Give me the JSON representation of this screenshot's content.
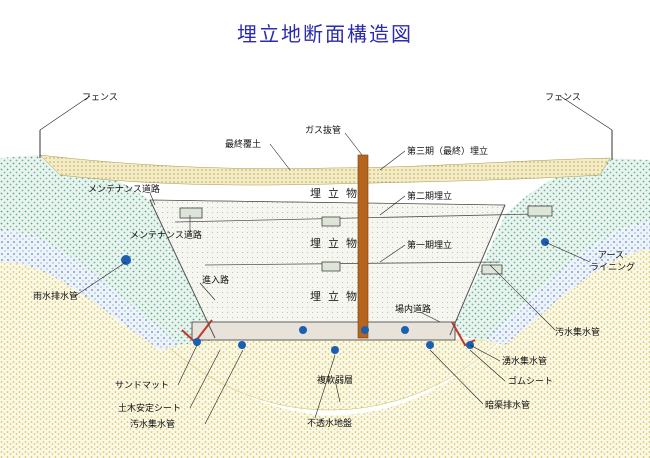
{
  "title": "埋立地断面構造図",
  "labels": {
    "fence_left": "フェンス",
    "fence_right": "フェンス",
    "final_cover": "最終覆土",
    "gas_pipe": "ガス抜管",
    "phase3": "第三期（最終）埋立",
    "phase2": "第二期埋立",
    "phase1": "第一期埋立",
    "maintenance_road_1": "メンテナンス道路",
    "maintenance_road_2": "メンテナンス道路",
    "access_road": "進入路",
    "inner_road": "場内道路",
    "earth_lining": "アース\nライニング",
    "rain_drain": "雨水排水管",
    "leachate_pipe_right": "汚水集水管",
    "spring_pipe": "湧水集水管",
    "rubber_sheet": "ゴムシート",
    "culvert_pipe": "暗渠排水管",
    "sand_mat": "サンドマット",
    "geotextile": "土木安定シート",
    "leachate_pipe_bottom": "汚水集水管",
    "soft_layer": "複軟弱層",
    "impermeable": "不透水地盤"
  },
  "fill_words": {
    "row1": [
      "埋",
      "立",
      "物"
    ],
    "row2": [
      "埋",
      "立",
      "物"
    ],
    "row3": [
      "埋",
      "立",
      "物"
    ]
  },
  "colors": {
    "title": "#2b2bb0",
    "cover": "#c8c07a",
    "green_hatch": "#5aa58a",
    "yellow_hatch": "#d8cc6a",
    "blue_pipe": "#1a5fb0",
    "gas_pipe": "#b5651d",
    "rubber": "#c0392b"
  }
}
